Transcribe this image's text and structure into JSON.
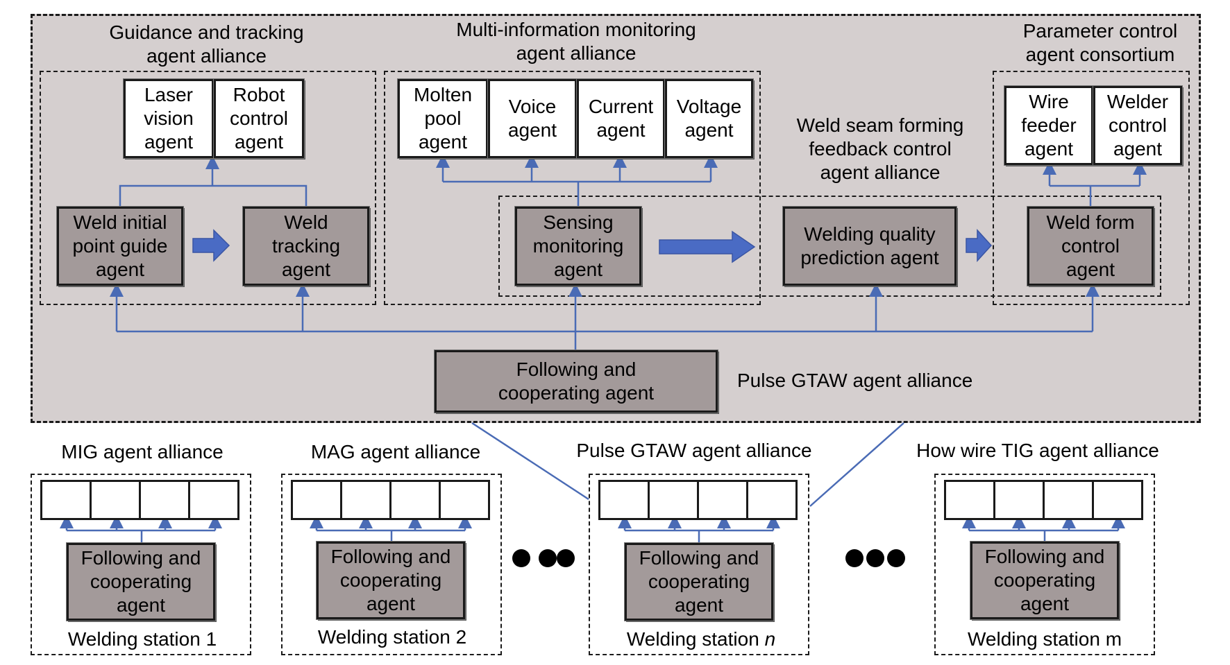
{
  "main_alliance": {
    "label": "Pulse GTAW agent alliance",
    "background": "#d5cfcf"
  },
  "guidance": {
    "title": "Guidance and tracking\nagent alliance",
    "laser": "Laser\nvision\nagent",
    "robot": "Robot\ncontrol\nagent",
    "initial": "Weld initial\npoint guide\nagent",
    "tracking": "Weld\ntracking\nagent"
  },
  "monitoring": {
    "title": "Multi-information monitoring\nagent alliance",
    "molten": "Molten\npool\nagent",
    "voice": "Voice\nagent",
    "current": "Current\nagent",
    "voltage": "Voltage\nagent",
    "sensing": "Sensing\nmonitoring\nagent"
  },
  "feedback": {
    "title": "Weld seam forming\nfeedback control\nagent alliance",
    "quality": "Welding quality\nprediction agent"
  },
  "parameter": {
    "title": "Parameter control\nagent consortium",
    "wire": "Wire\nfeeder\nagent",
    "welder": "Welder\ncontrol\nagent",
    "form": "Weld form\ncontrol\nagent"
  },
  "following": "Following and\ncooperating agent",
  "stations": [
    {
      "alliance": "MIG agent alliance",
      "agent": "Following and\ncooperating\nagent",
      "name": "Welding station 1",
      "name_suffix": ""
    },
    {
      "alliance": "MAG agent alliance",
      "agent": "Following and\ncooperating\nagent",
      "name": "Welding station 2",
      "name_suffix": ""
    },
    {
      "alliance": "Pulse GTAW agent alliance",
      "agent": "Following and\ncooperating\nagent",
      "name": "Welding station ",
      "name_suffix": "n"
    },
    {
      "alliance": "How wire TIG agent alliance",
      "agent": "Following and\ncooperating\nagent",
      "name": "Welding station m",
      "name_suffix": ""
    }
  ],
  "colors": {
    "connector": "#4a6bb5",
    "arrow_fill": "#4a6bc4",
    "box_dark": "#a39a9a",
    "panel": "#d5cfcf"
  }
}
